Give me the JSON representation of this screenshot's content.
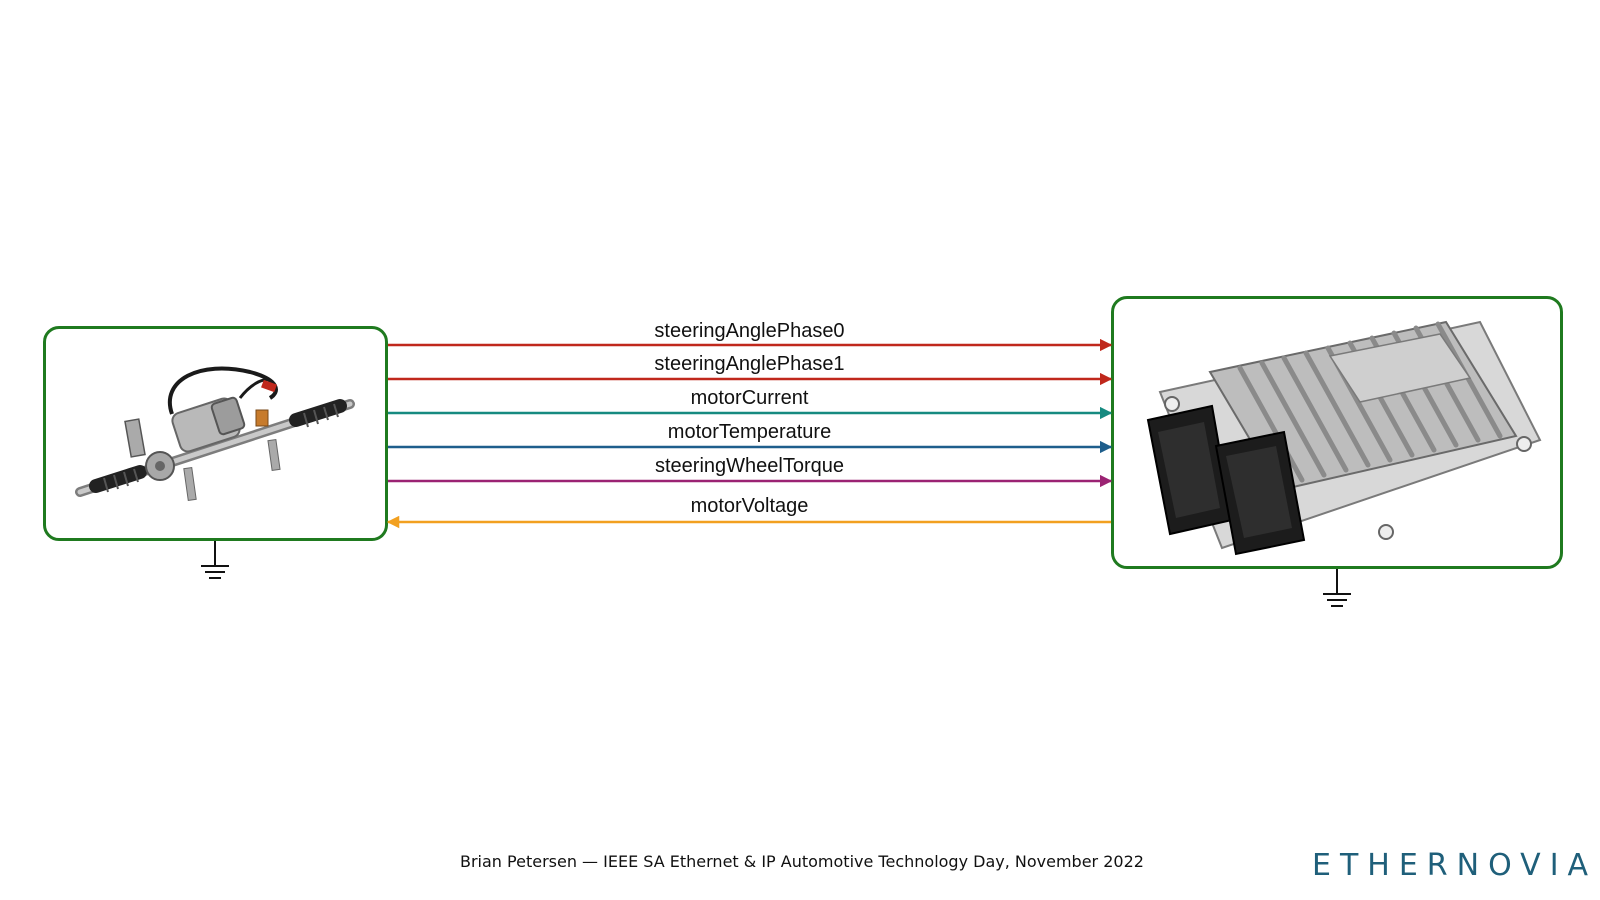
{
  "signals": [
    {
      "label": "steeringAnglePhase0",
      "color": "#c0281c",
      "direction": "right"
    },
    {
      "label": "steeringAnglePhase1",
      "color": "#c0281c",
      "direction": "right"
    },
    {
      "label": "motorCurrent",
      "color": "#168a80",
      "direction": "right"
    },
    {
      "label": "motorTemperature",
      "color": "#1e5e8c",
      "direction": "right"
    },
    {
      "label": "steeringWheelTorque",
      "color": "#9b2373",
      "direction": "right"
    },
    {
      "label": "motorVoltage",
      "color": "#f2a020",
      "direction": "left"
    }
  ],
  "left_device": {
    "icon": "steering-rack-icon"
  },
  "right_device": {
    "icon": "ecu-controller-icon"
  },
  "box_border_color": "#1f7a1f",
  "footer": {
    "text": "Brian Petersen — IEEE SA Ethernet & IP Automotive Technology Day, November 2022"
  },
  "logo": {
    "text": "ETHERNOVIA",
    "color": "#1f5f7a"
  }
}
